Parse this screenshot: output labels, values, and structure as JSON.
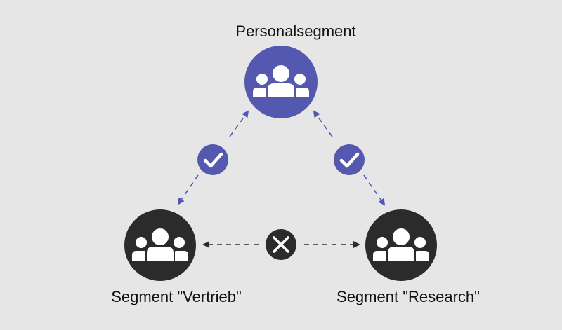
{
  "colors": {
    "background": "#e6e6e6",
    "allowed": "#5558af",
    "blocked": "#2b2b2b",
    "icon_fill": "#ffffff"
  },
  "nodes": {
    "top": {
      "label": "Personalsegment",
      "icon": "people-group-icon",
      "color": "#5558af"
    },
    "left": {
      "label": "Segment \"Vertrieb\"",
      "icon": "people-group-icon",
      "color": "#2b2b2b"
    },
    "right": {
      "label": "Segment \"Research\"",
      "icon": "people-group-icon",
      "color": "#2b2b2b"
    }
  },
  "connections": [
    {
      "from": "top",
      "to": "left",
      "status": "allowed",
      "icon": "checkmark-icon"
    },
    {
      "from": "top",
      "to": "right",
      "status": "allowed",
      "icon": "checkmark-icon"
    },
    {
      "from": "left",
      "to": "right",
      "status": "blocked",
      "icon": "x-mark-icon"
    }
  ]
}
